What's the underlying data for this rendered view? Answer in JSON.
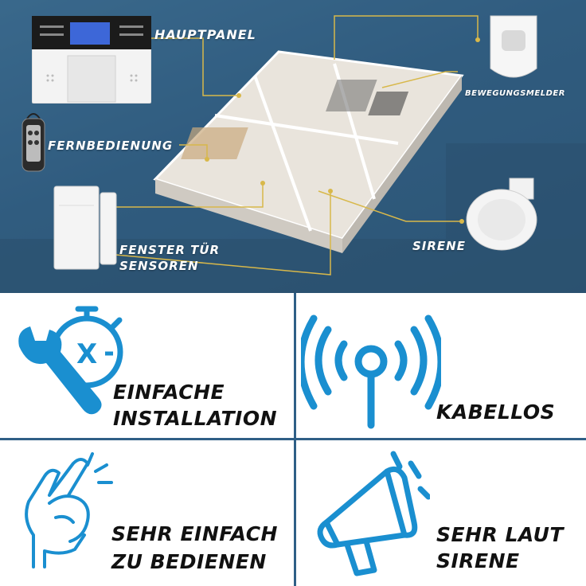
{
  "hero": {
    "labels": {
      "hauptpanel": "HAUPTPANEL",
      "fernbedienung": "FERNBEDIENUNG",
      "fenster_line1": "FENSTER TÜR",
      "fenster_line2": "SENSOREN",
      "sirene": "SIRENE",
      "bewegungsmelder": "BEWEGUNGSMELDER"
    }
  },
  "features": [
    {
      "line1": "EINFACHE",
      "line2": "INSTALLATION",
      "icon": "wrench-stopwatch-icon"
    },
    {
      "line1": "KABELLOS",
      "icon": "wireless-antenna-icon"
    },
    {
      "line1": "SEHR EINFACH",
      "line2": "ZU BEDIENEN",
      "icon": "finger-snap-icon"
    },
    {
      "line1": "SEHR LAUT",
      "line2": "SIRENE",
      "icon": "megaphone-icon"
    }
  ],
  "colors": {
    "accent": "#1a8fd0",
    "hero_bg": "#2f5a7d",
    "connector": "#d8b84a",
    "text": "#111111"
  }
}
